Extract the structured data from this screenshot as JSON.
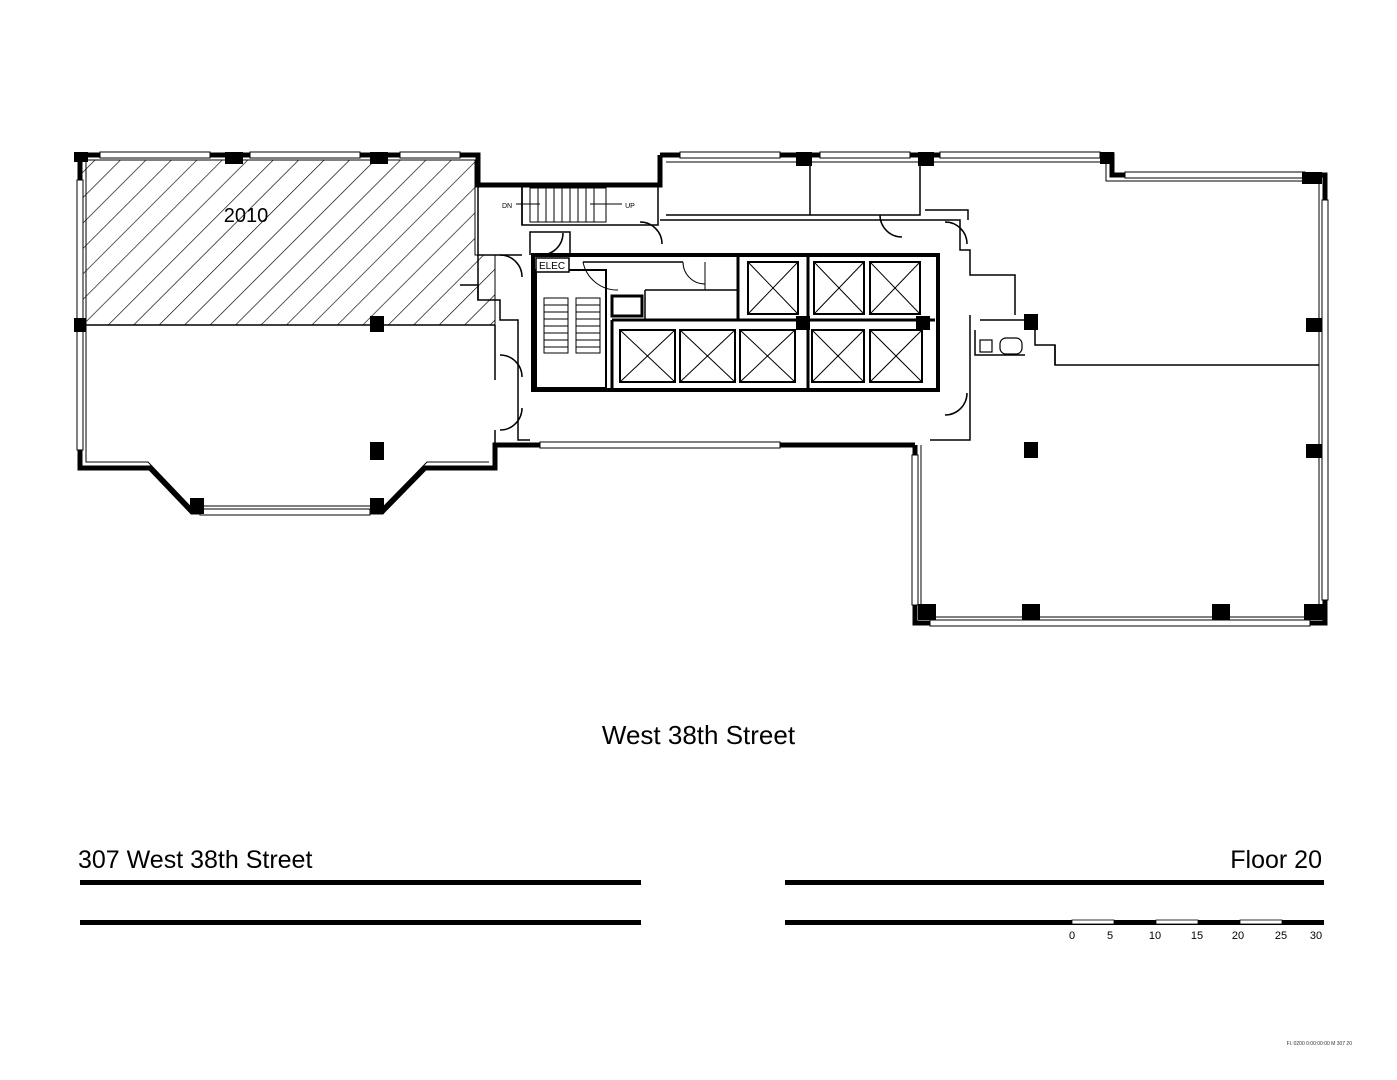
{
  "plan": {
    "suite_label": "2010",
    "stair_down": "DN",
    "stair_up": "UP",
    "elec_label": "ELEC"
  },
  "street_label": "West 38th Street",
  "title_block": {
    "address": "307 West 38th Street",
    "floor": "Floor 20"
  },
  "scale": {
    "ticks": [
      "0",
      "5",
      "10",
      "15",
      "20",
      "25",
      "30"
    ]
  },
  "stamp": "Fl.:0200  0:00:00:00 M  307 20"
}
